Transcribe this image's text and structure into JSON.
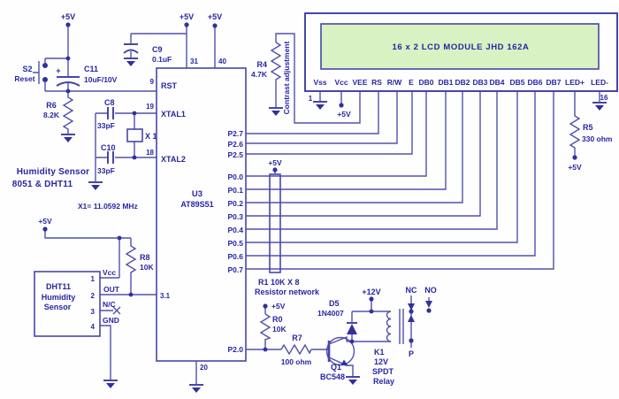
{
  "labels": {
    "p5v": "+5V",
    "p12v": "+12V",
    "caption1": "Humidity Sensor",
    "caption2": "8051 & DHT11",
    "xtal_freq": "X1= 11.0592 MHz"
  },
  "lcd": {
    "title": "16 x 2 LCD MODULE  JHD  162A",
    "pins": [
      "Vss",
      "Vcc",
      "VEE",
      "RS",
      "R/W",
      "E",
      "DB0",
      "DB1",
      "DB2",
      "DB3",
      "DB4",
      "DB5",
      "DB6",
      "DB7",
      "LED+",
      "LED-"
    ],
    "pin1": "1",
    "pin16": "16"
  },
  "mcu": {
    "ref": "U3",
    "part": "AT89S51",
    "pin_rst_num": "9",
    "pin_rst": "RST",
    "pin_xtal1_num": "19",
    "pin_xtal1": "XTAL1",
    "pin_xtal2_num": "18",
    "pin_xtal2": "XTAL2",
    "pin_31": "31",
    "pin_40": "40",
    "pin_20": "20",
    "pin_3_1": "3.1",
    "right_pins": [
      "P2.7",
      "P2.6",
      "P2.5",
      "P0.0",
      "P0.1",
      "P0.2",
      "P0.3",
      "P0.4",
      "P0.5",
      "P0.6",
      "P0.7",
      "P2.0"
    ]
  },
  "components": {
    "s2": {
      "ref": "S2",
      "label": "Reset"
    },
    "c11": {
      "ref": "C11",
      "value": "10uF/10V",
      "plus": "+"
    },
    "c9": {
      "ref": "C9",
      "value": "0.1uF"
    },
    "r6": {
      "ref": "R6",
      "value": "8.2K"
    },
    "c8": {
      "ref": "C8",
      "value": "33pF"
    },
    "c10": {
      "ref": "C10",
      "value": "33pF"
    },
    "x1": {
      "ref": "X 1"
    },
    "r4": {
      "ref": "R4",
      "value": "4.7K",
      "note": "Contrast adjustment"
    },
    "r5": {
      "ref": "R5",
      "value": "330 ohm"
    },
    "r8": {
      "ref": "R8",
      "value": "10K"
    },
    "r0": {
      "ref": "R0",
      "value": "10K"
    },
    "r7": {
      "ref": "R7",
      "value": "100 ohm"
    },
    "r1": {
      "ref": "R1  10K X 8",
      "note": "Resistor network"
    },
    "q1": {
      "ref": "Q1",
      "part": "BC548"
    },
    "d5": {
      "ref": "D5",
      "part": "1N4007"
    },
    "k1": {
      "ref": "K1",
      "line1": "12V",
      "line2": "SPDT",
      "line3": "Relay",
      "nc": "NC",
      "no": "NO",
      "p": "P"
    }
  },
  "dht11": {
    "line1": "DHT11",
    "line2": "Humidity",
    "line3": "Sensor",
    "pin_nums": [
      "1",
      "2",
      "3",
      "4"
    ],
    "pin_names": [
      "Vcc",
      "OUT",
      "N/C",
      "GND"
    ]
  }
}
